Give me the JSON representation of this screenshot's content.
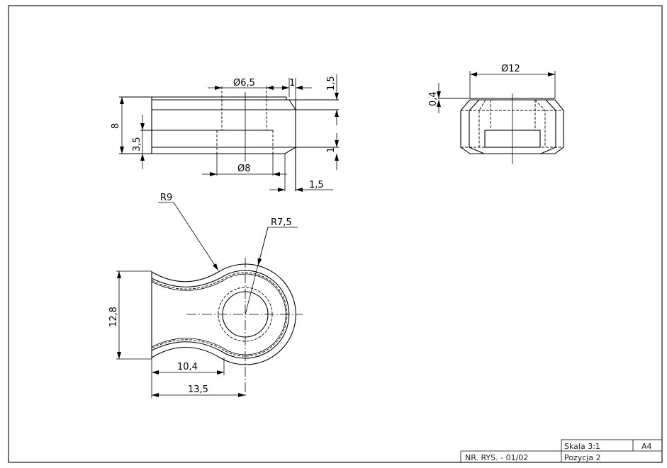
{
  "front_view": {
    "dim_hole_top": "Ø6,5",
    "dim_hole_bottom": "Ø8",
    "dim_height": "8",
    "dim_step": "3,5",
    "dim_chamfer_top_w": "1",
    "dim_chamfer_top_h": "1,5",
    "dim_chamfer_bottom_h": "1",
    "dim_chamfer_bottom_w": "1,5"
  },
  "side_view": {
    "dim_diameter": "Ø12",
    "dim_flange": "0,4"
  },
  "top_view": {
    "dim_radius_waist": "R9",
    "dim_radius_head": "R7,5",
    "dim_width": "12,8",
    "dim_waist_length": "10,4",
    "dim_center_length": "13,5"
  },
  "title_block": {
    "scale": "Skala 3:1",
    "format": "A4",
    "drawing_number": "NR. RYS. - 01/02",
    "position": "Pozycja 2"
  }
}
